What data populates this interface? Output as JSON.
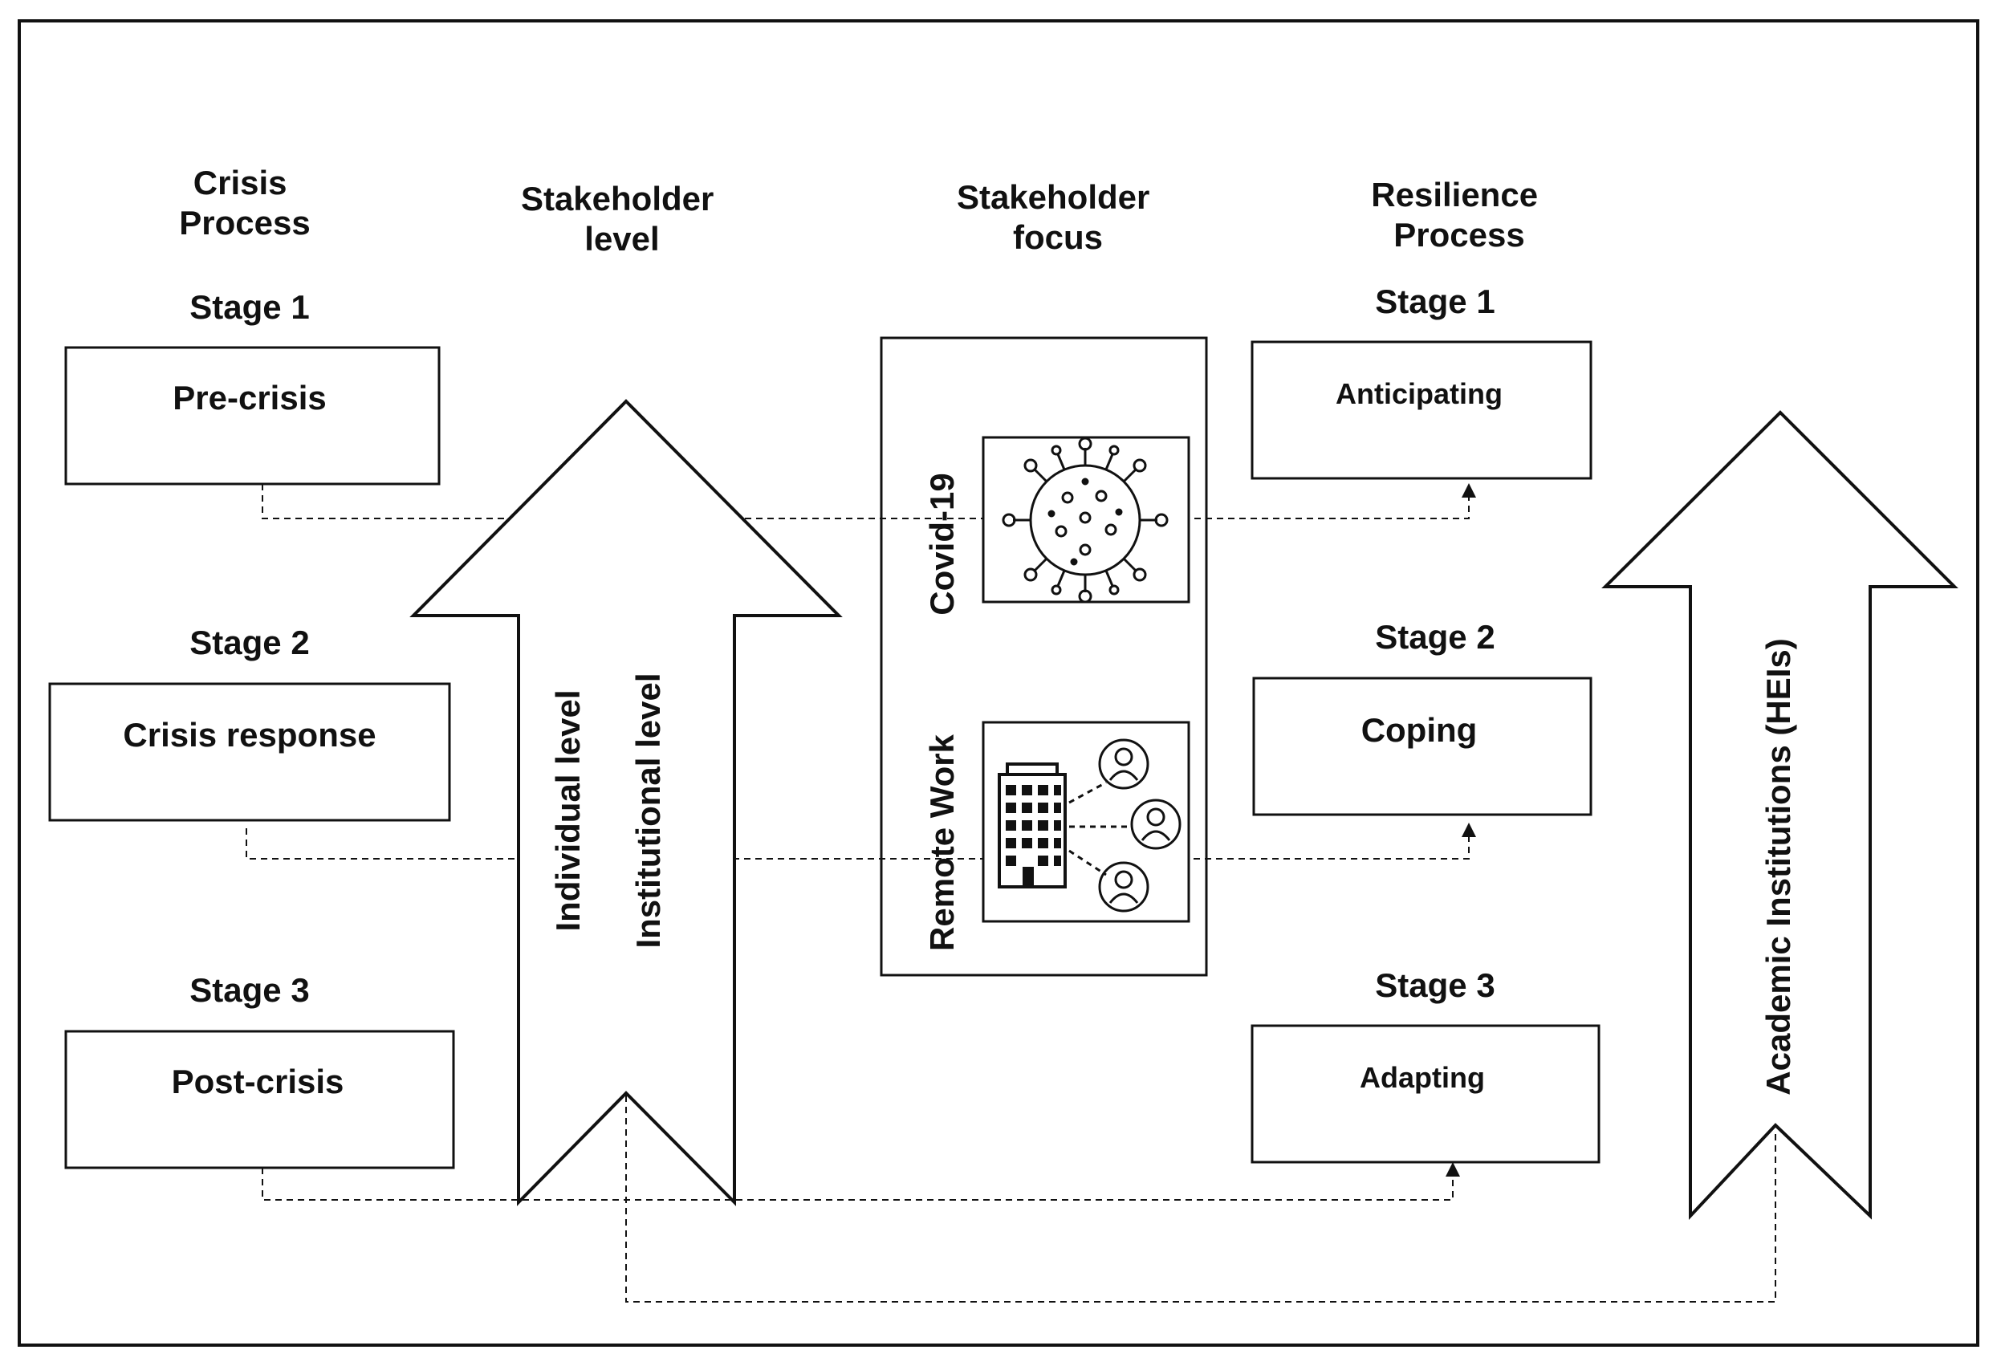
{
  "headers": {
    "crisis_process": [
      "Crisis",
      "Process"
    ],
    "stakeholder_level": [
      "Stakeholder",
      "level"
    ],
    "stakeholder_focus": [
      "Stakeholder",
      "focus"
    ],
    "resilience_process": [
      "Resilience",
      "Process"
    ]
  },
  "crisis_stages": [
    {
      "stage": "Stage 1",
      "label": "Pre-crisis"
    },
    {
      "stage": "Stage 2",
      "label": "Crisis response"
    },
    {
      "stage": "Stage 3",
      "label": "Post-crisis"
    }
  ],
  "resilience_stages": [
    {
      "stage": "Stage 1",
      "label": "Anticipating"
    },
    {
      "stage": "Stage 2",
      "label": "Coping"
    },
    {
      "stage": "Stage 3",
      "label": "Adapting"
    }
  ],
  "stakeholder_arrow": {
    "individual": "Individual level",
    "institutional": "Institutional level"
  },
  "focus_panel": {
    "covid": "Covid-19",
    "remote": "Remote Work",
    "covid_icon": "virus-icon",
    "remote_icon": "office-remote-workers-icon"
  },
  "academic_arrow": "Academic Institutions (HEIs)",
  "colors": {
    "stroke": "#111111",
    "background": "#ffffff"
  }
}
